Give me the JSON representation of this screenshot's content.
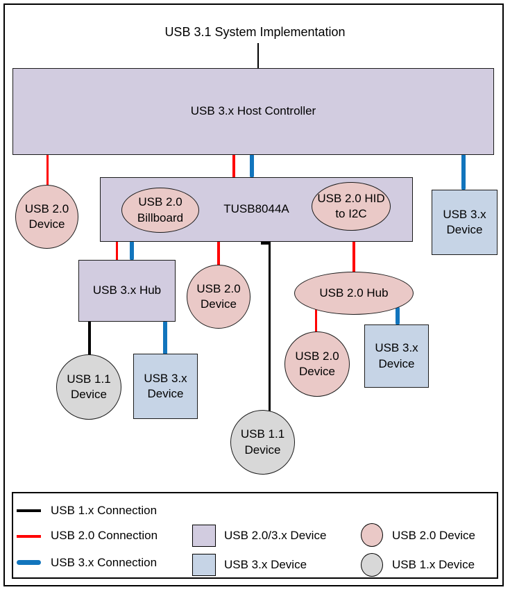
{
  "title": "USB 3.1 System Implementation",
  "colors": {
    "purple_device": "#d2cce0",
    "pink_device": "#eac9c7",
    "blue_device": "#c6d4e6",
    "gray_device": "#d8d8d8",
    "red_line": "#ff0000",
    "blue_line": "#1275bd",
    "black_line": "#000000"
  },
  "nodes": {
    "host": {
      "label": "USB 3.x Host Controller"
    },
    "usb20_left": {
      "label": "USB 2.0 Device"
    },
    "tusb": {
      "label": "TUSB8044A"
    },
    "billboard": {
      "label": "USB 2.0 Billboard"
    },
    "hid_i2c": {
      "label": "USB 2.0 HID to I2C"
    },
    "usb3x_right": {
      "label": "USB 3.x Device"
    },
    "usb3x_hub": {
      "label": "USB 3.x Hub"
    },
    "usb20_mid": {
      "label": "USB 2.0 Device"
    },
    "usb20_hub": {
      "label": "USB 2.0 Hub"
    },
    "usb11_left": {
      "label": "USB 1.1 Device"
    },
    "usb3x_under_hub": {
      "label": "USB 3.x Device"
    },
    "usb20_under_20hub": {
      "label": "USB 2.0 Device"
    },
    "usb3x_under_20hub": {
      "label": "USB 3.x Device"
    },
    "usb11_bottom": {
      "label": "USB 1.1 Device"
    }
  },
  "legend": {
    "connections": [
      {
        "label": "USB 1.x Connection",
        "color": "black"
      },
      {
        "label": "USB 2.0 Connection",
        "color": "red"
      },
      {
        "label": "USB 3.x Connection",
        "color": "blue"
      }
    ],
    "shapes": [
      {
        "label": "USB 2.0/3.x Device",
        "shape": "rect",
        "color": "purple"
      },
      {
        "label": "USB 3.x Device",
        "shape": "rect",
        "color": "blue"
      },
      {
        "label": "USB 2.0 Device",
        "shape": "ellipse",
        "color": "pink"
      },
      {
        "label": "USB 1.x Device",
        "shape": "ellipse",
        "color": "gray"
      }
    ]
  }
}
